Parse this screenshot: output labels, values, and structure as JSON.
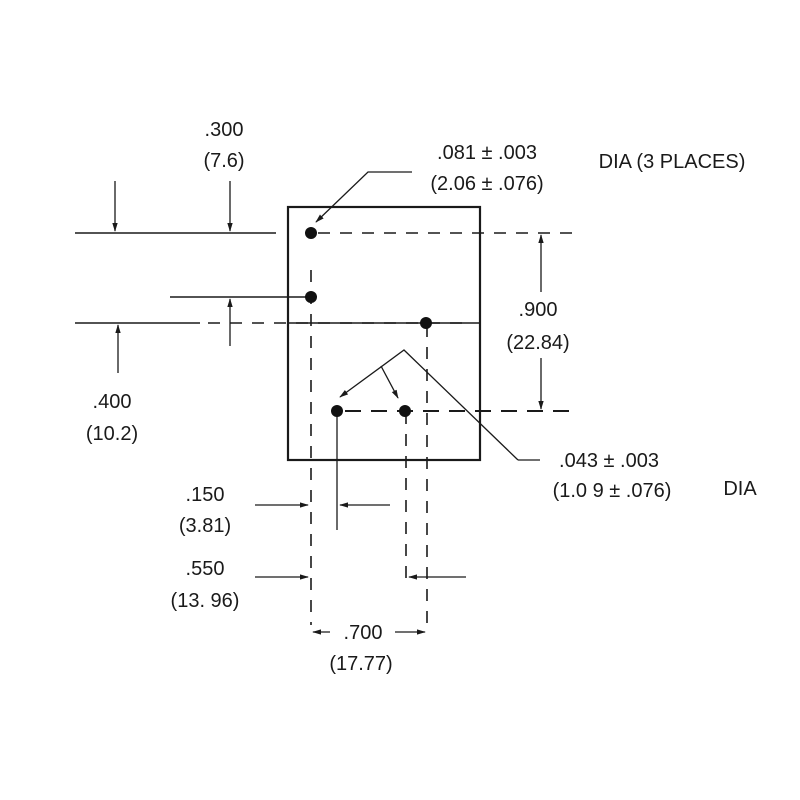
{
  "diagram": {
    "dim_300": {
      "imperial": ".300",
      "metric": "(7.6)"
    },
    "dim_400": {
      "imperial": ".400",
      "metric": "(10.2)"
    },
    "dim_900": {
      "imperial": ".900",
      "metric": "(22.84)"
    },
    "dim_150": {
      "imperial": ".150",
      "metric": "(3.81)"
    },
    "dim_550": {
      "imperial": ".550",
      "metric": "(13. 96)"
    },
    "dim_700": {
      "imperial": ".700",
      "metric": "(17.77)"
    },
    "hole_large": {
      "imperial": ".081 ± .003",
      "metric": "(2.06 ± .076)",
      "note": "DIA (3 PLACES)"
    },
    "hole_small": {
      "imperial": ".043 ± .003",
      "metric": "(1.0 9 ± .076)",
      "note": "DIA"
    }
  }
}
